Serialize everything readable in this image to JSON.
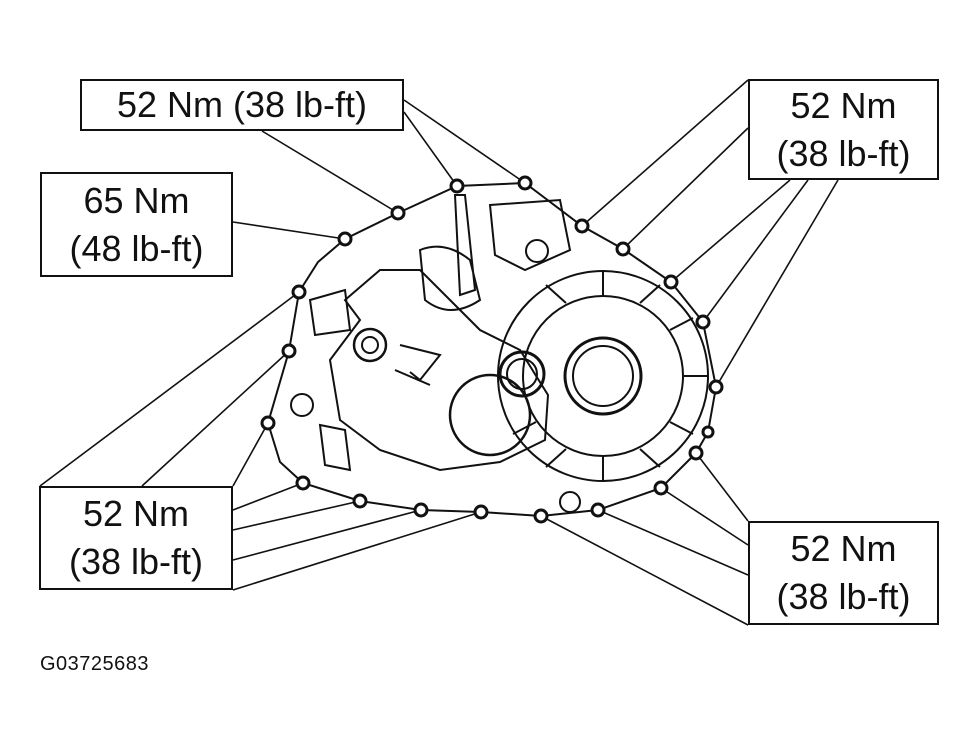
{
  "callouts": {
    "top_left": {
      "torque": "52 Nm",
      "imperial": "(38 lb-ft)"
    },
    "left": {
      "torque": "65 Nm",
      "imperial": "(48 lb-ft)"
    },
    "top_right": {
      "torque": "52 Nm",
      "imperial": "(38 lb-ft)"
    },
    "bottom_left": {
      "torque": "52 Nm",
      "imperial": "(38 lb-ft)"
    },
    "bottom_right": {
      "torque": "52 Nm",
      "imperial": "(38 lb-ft)"
    }
  },
  "figure_id": "G03725683",
  "colors": {
    "line": "#111111",
    "background": "#ffffff"
  }
}
